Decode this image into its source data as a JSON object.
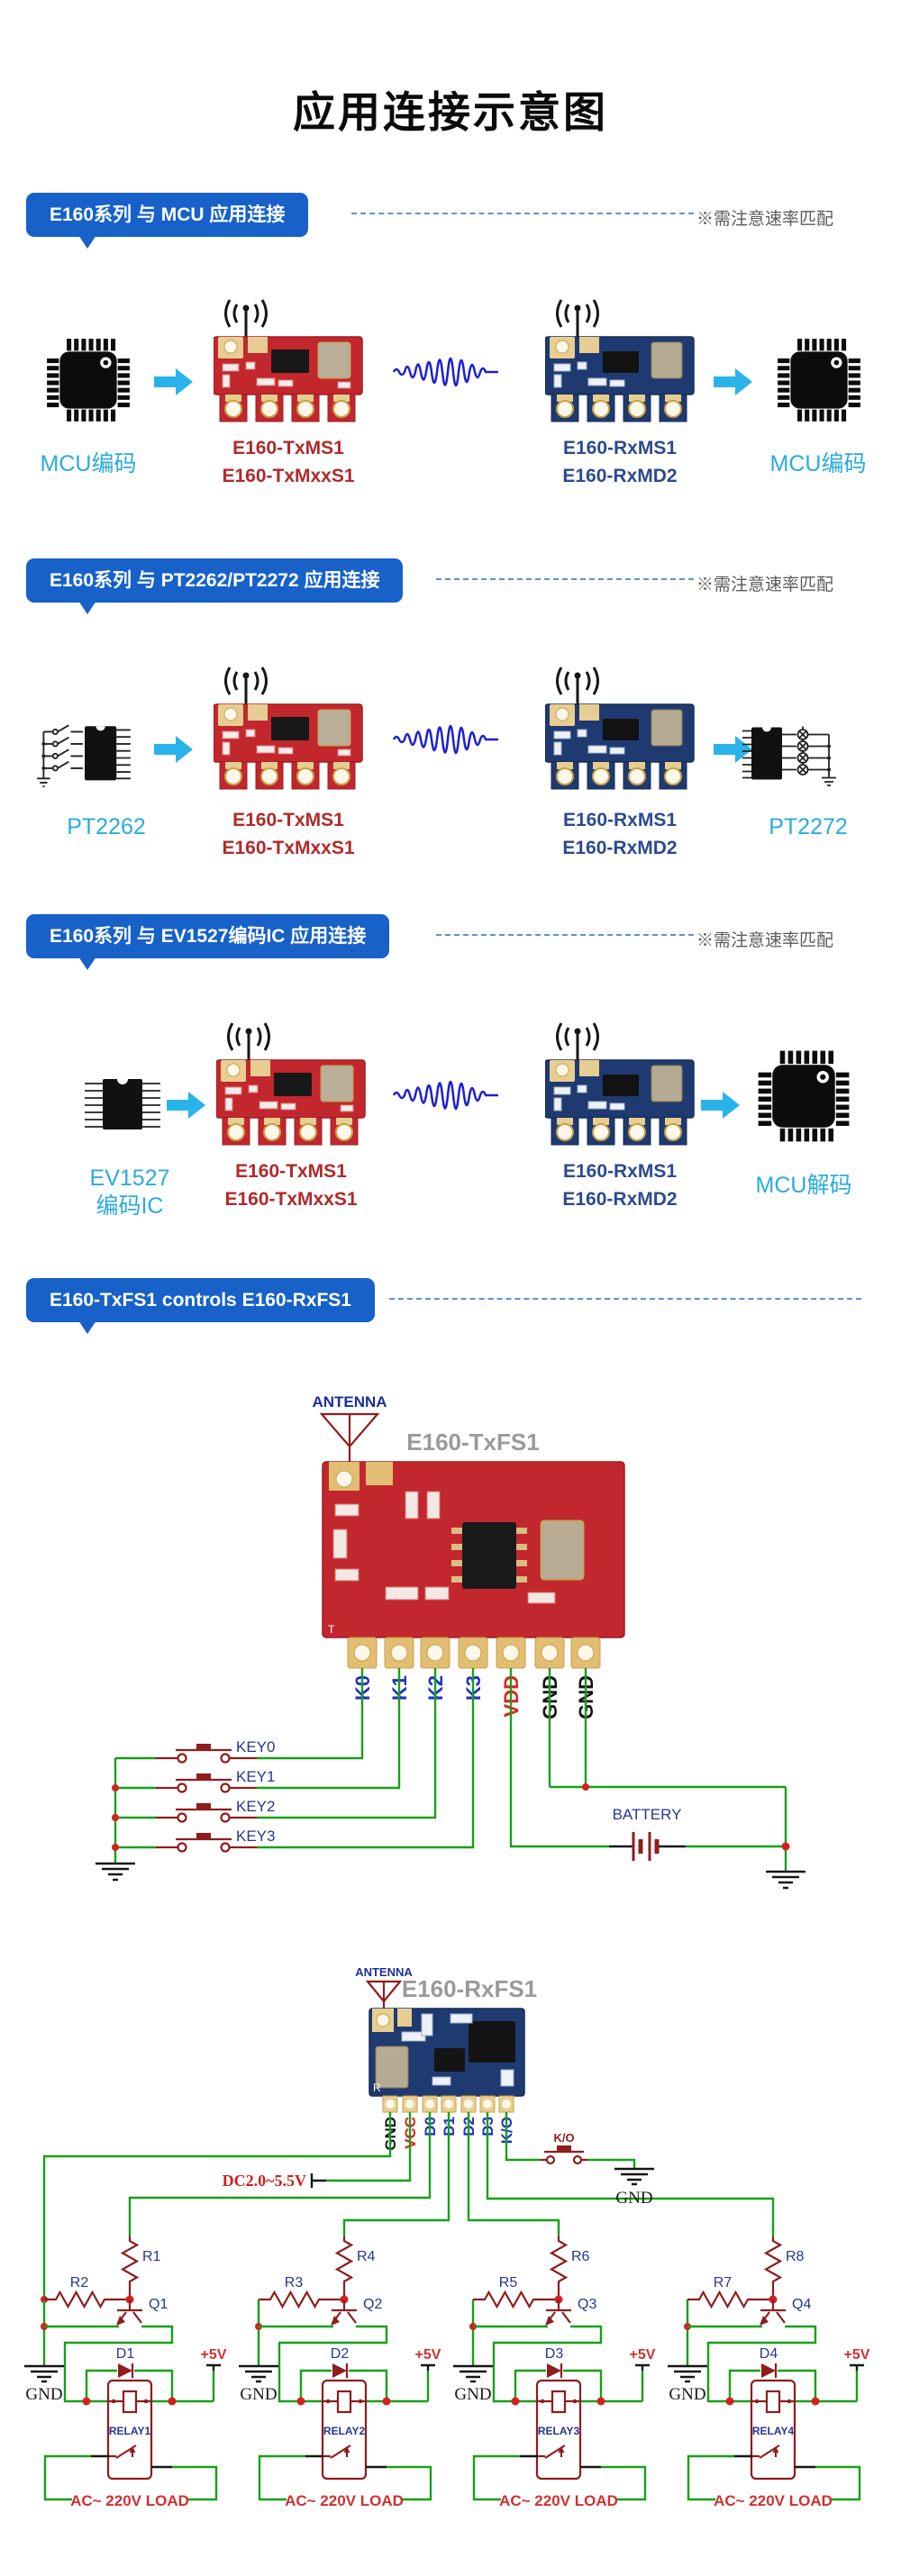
{
  "page": {
    "title": "应用连接示意图"
  },
  "speed_note": "※需注意速率匹配",
  "colors": {
    "banner_blue": "#1761c9",
    "device_label_cyan": "#29abe2",
    "tx_label_red": "#b02a2a",
    "rx_label_navy": "#2b4a8f",
    "wire_green": "#18a018",
    "component_dark_red": "#8e1d1d",
    "schematic_label_navy": "#283593",
    "power_label_red": "#d03030",
    "arrow_cyan": "#2ab3ea",
    "wave_blue": "#1f1fd0",
    "tx_board_red": "#c2272d",
    "rx_board_blue": "#1e3a70"
  },
  "sections": [
    {
      "banner": "E160系列 与 MCU 应用连接",
      "left_label": "MCU编码",
      "tx_line1": "E160-TxMS1",
      "tx_line2": "E160-TxMxxS1",
      "rx_line1": "E160-RxMS1",
      "rx_line2": "E160-RxMD2",
      "right_label": "MCU编码"
    },
    {
      "banner": "E160系列 与 PT2262/PT2272 应用连接",
      "left_label": "PT2262",
      "tx_line1": "E160-TxMS1",
      "tx_line2": "E160-TxMxxS1",
      "rx_line1": "E160-RxMS1",
      "rx_line2": "E160-RxMD2",
      "right_label": "PT2272"
    },
    {
      "banner": "E160系列 与 EV1527编码IC 应用连接",
      "left_label_line1": "EV1527",
      "left_label_line2": "编码IC",
      "tx_line1": "E160-TxMS1",
      "tx_line2": "E160-TxMxxS1",
      "rx_line1": "E160-RxMS1",
      "rx_line2": "E160-RxMD2",
      "right_label": "MCU解码"
    }
  ],
  "tx_circuit": {
    "banner": "E160-TxFS1 controls E160-RxFS1",
    "antenna_label": "ANTENNA",
    "module_title": "E160-TxFS1",
    "board_mark": "T",
    "pins": [
      "K0",
      "K1",
      "K2",
      "K3",
      "VDD",
      "GND",
      "GND"
    ],
    "keys": [
      "KEY0",
      "KEY1",
      "KEY2",
      "KEY3"
    ],
    "battery_label": "BATTERY"
  },
  "rx_circuit": {
    "antenna_label": "ANTENNA",
    "module_title": "E160-RxFS1",
    "board_mark": "R",
    "pins": [
      "GND",
      "VCC",
      "D0",
      "D1",
      "D2",
      "D3",
      "K/O"
    ],
    "dc_label": "DC2.0~5.5V",
    "ko_button_label": "K/O",
    "ko_gnd_label": "GND",
    "channels": [
      {
        "r_top": "R1",
        "r_side": "R2",
        "q": "Q1",
        "d": "D1",
        "relay": "RELAY1",
        "plus5": "+5V",
        "gnd": "GND",
        "load": "AC~ 220V LOAD"
      },
      {
        "r_top": "R4",
        "r_side": "R3",
        "q": "Q2",
        "d": "D2",
        "relay": "RELAY2",
        "plus5": "+5V",
        "gnd": "GND",
        "load": "AC~ 220V LOAD"
      },
      {
        "r_top": "R6",
        "r_side": "R5",
        "q": "Q3",
        "d": "D3",
        "relay": "RELAY3",
        "plus5": "+5V",
        "gnd": "GND",
        "load": "AC~ 220V LOAD"
      },
      {
        "r_top": "R8",
        "r_side": "R7",
        "q": "Q4",
        "d": "D4",
        "relay": "RELAY4",
        "plus5": "+5V",
        "gnd": "GND",
        "load": "AC~ 220V LOAD"
      }
    ]
  }
}
